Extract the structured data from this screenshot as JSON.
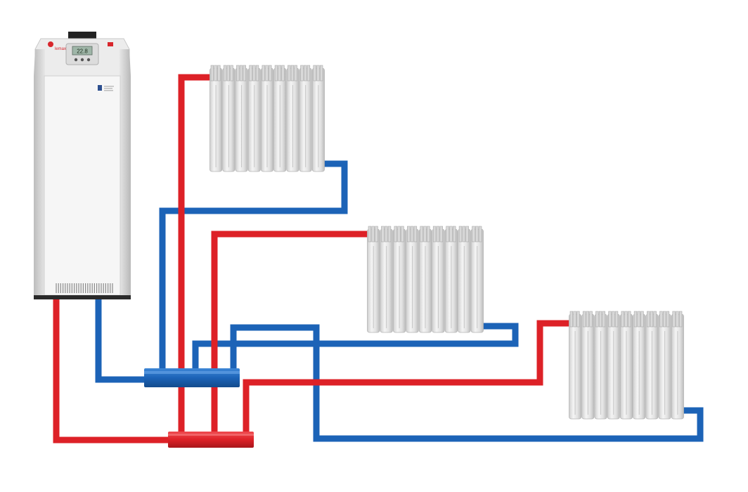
{
  "boiler": {
    "brand": "lemax",
    "display": "22.8",
    "colors": {
      "body": "#e9e9e9",
      "front": "#f5f5f5",
      "top": "#222222",
      "logo": "#d8262c"
    }
  },
  "pipes": {
    "supply_color": "#dd2127",
    "return_color": "#1c63b7"
  },
  "radiators": [
    {
      "id": "radiator-1",
      "sections": 9
    },
    {
      "id": "radiator-2",
      "sections": 9
    },
    {
      "id": "radiator-3",
      "sections": 9
    }
  ]
}
